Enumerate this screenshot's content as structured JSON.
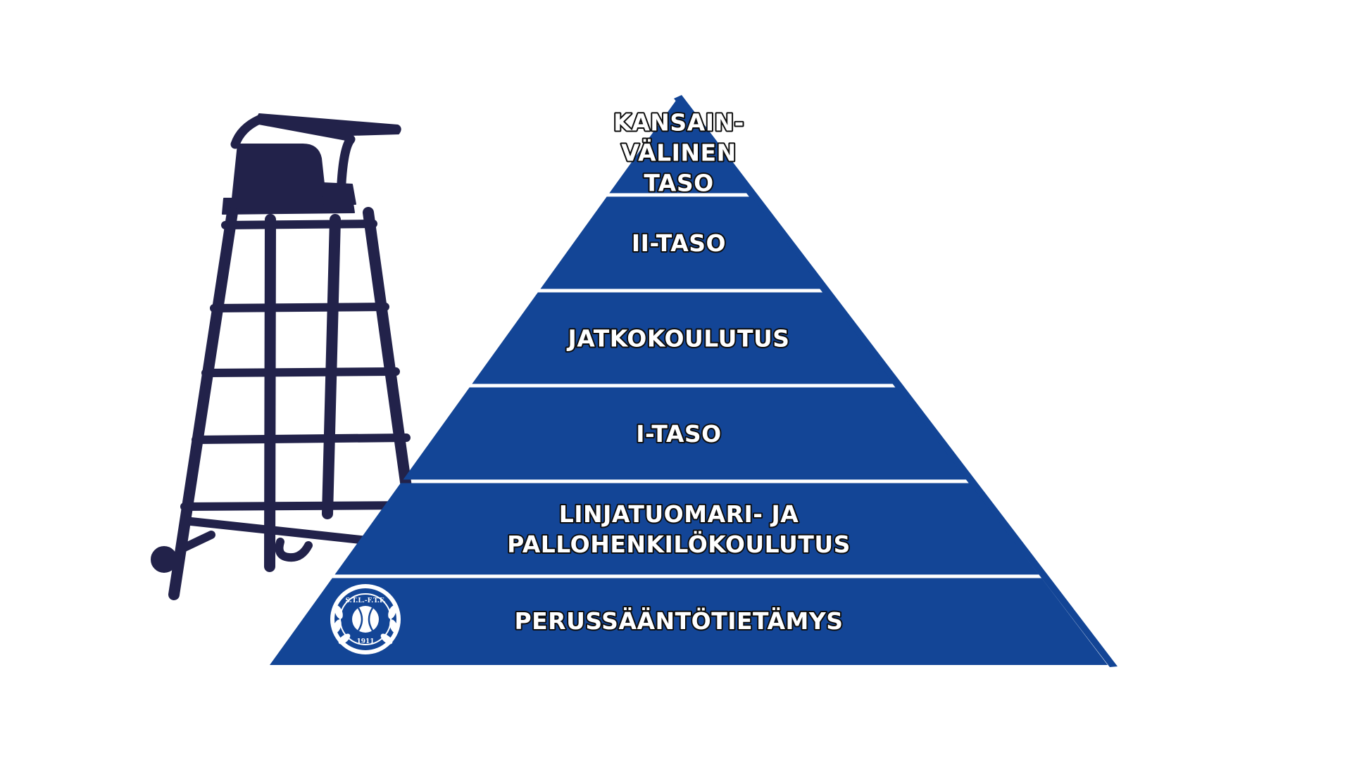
{
  "pyramid": {
    "levels": [
      {
        "lines": [
          "KANSAIN-",
          "VÄLINEN",
          "TASO"
        ]
      },
      {
        "lines": [
          "II-TASO"
        ]
      },
      {
        "lines": [
          "JATKOKOULUTUS"
        ]
      },
      {
        "lines": [
          "I-TASO"
        ]
      },
      {
        "lines": [
          "LINJATUOMARI- JA",
          "PALLOHENKILÖKOULUTUS"
        ]
      },
      {
        "lines": [
          "PERUSSÄÄNTÖTIETÄMYS"
        ]
      }
    ]
  },
  "logo": {
    "top_text": "S.T.L.-F.T.F.",
    "year": "1911"
  },
  "colors": {
    "pyramid_fill": "#134596",
    "chair_fill": "#22224a",
    "background": "#ffffff",
    "separator": "#ffffff",
    "label_text": "#ffffff",
    "label_outline": "#0d0d0d"
  },
  "icons": {
    "umpire_chair": "umpire-chair-icon",
    "federation_logo": "tennis-federation-logo"
  }
}
